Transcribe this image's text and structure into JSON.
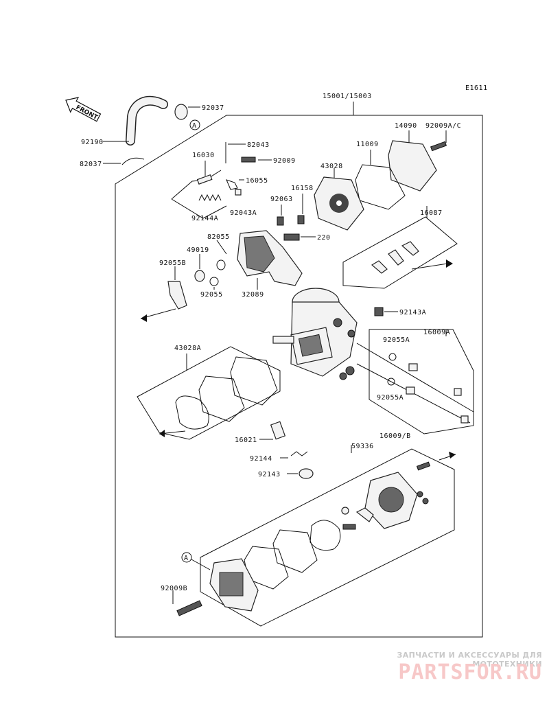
{
  "diagram_code": "E1611",
  "front_label": "FRONT",
  "circle_ref": "A",
  "labels": {
    "p15001": "15001/15003",
    "p92037a": "92037",
    "p92190": "92190",
    "p92037b": "82037",
    "p14090": "14090",
    "p92009ac": "92009A/C",
    "p11009": "11009",
    "p43028": "43028",
    "p82043": "82043",
    "p16030": "16030",
    "p92009": "92009",
    "p16055": "16055",
    "p16158": "16158",
    "p92063": "92063",
    "p92043a": "92043A",
    "p92144a": "92144A",
    "p16087": "16087",
    "p82055": "82055",
    "p220": "220",
    "p49019": "49019",
    "p92055b": "92055B",
    "p92055": "92055",
    "p32089": "32089",
    "p92143a": "92143A",
    "p16009a": "16009A",
    "p92055a": "92055A",
    "p92055a2": "92055A",
    "p43028a": "43028A",
    "p16009b": "16009/B",
    "p16021": "16021",
    "p59336": "59336",
    "p92144": "92144",
    "p92143": "92143",
    "p92009b": "92009B"
  },
  "watermark": {
    "tagline": "ЗАПЧАСТИ И АКСЕССУАРЫ ДЛЯ МОТОТЕХНИКИ",
    "logo": "PARTSFOR.RU"
  }
}
